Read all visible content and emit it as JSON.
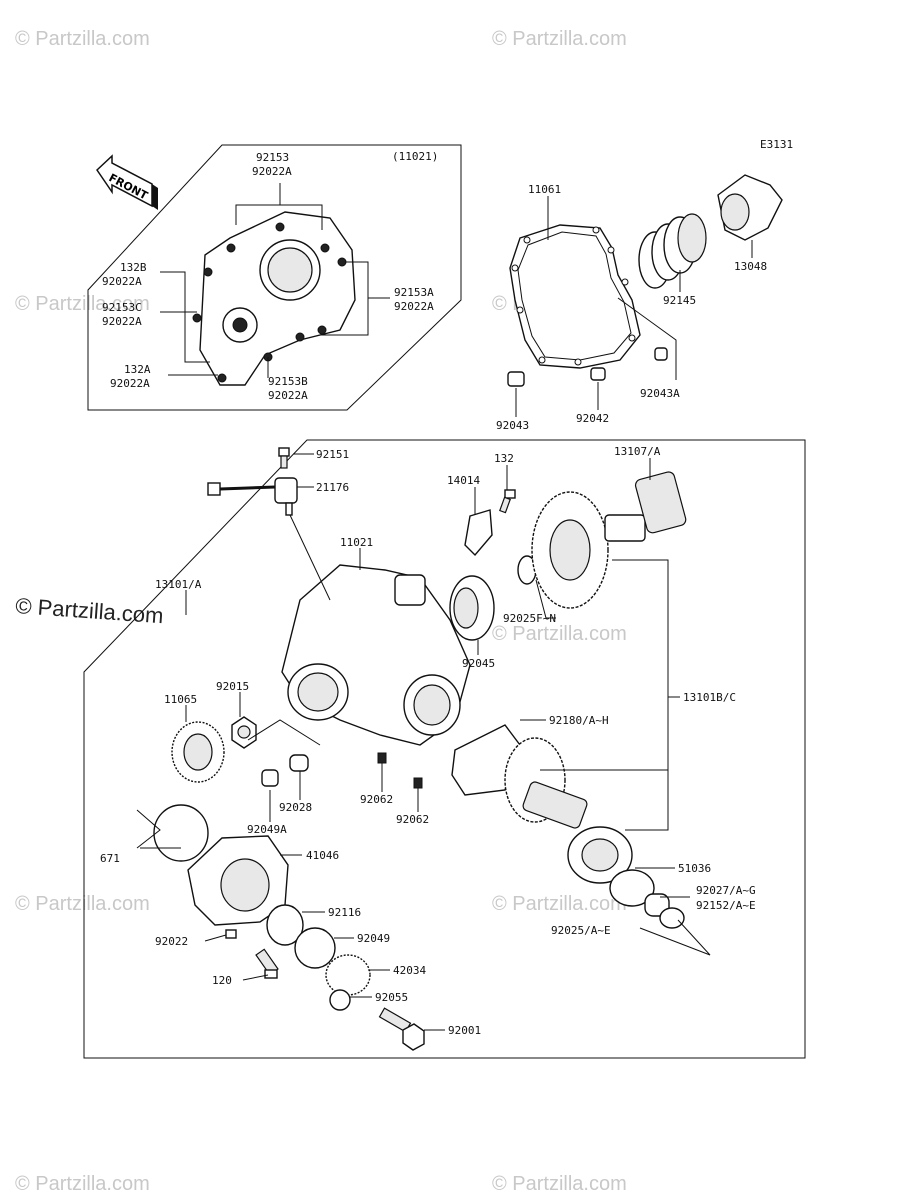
{
  "diagram": {
    "code": "E3131",
    "front_label": "FRONT",
    "watermarks": [
      "© Partzilla.com",
      "© Partzilla.com",
      "© Partzilla.com",
      "© Partzilla.com",
      "© Partzilla.com",
      "© Partzilla.com",
      "© Partzilla.com",
      "© Partzilla.com",
      "© Partzilla.com"
    ],
    "watermark_main": "© Partzilla.com",
    "inset": {
      "ref": "(11021)",
      "labels": [
        "92153",
        "92022A",
        "132B",
        "92022A",
        "92153C",
        "92022A",
        "92153A",
        "92022A",
        "132A",
        "92022A",
        "92153B",
        "92022A"
      ]
    },
    "gasket_group": [
      "11061",
      "13048",
      "92145",
      "92043",
      "92042",
      "92043A"
    ],
    "main_group": {
      "top": [
        "92151",
        "21176",
        "14014",
        "132",
        "13107/A",
        "11021"
      ],
      "middle": [
        "13101/A",
        "92025F~N",
        "92045",
        "11065",
        "92015",
        "92180/A~H",
        "13101B/C",
        "92028",
        "92062",
        "92062",
        "92049A"
      ],
      "bottom": [
        "671",
        "41046",
        "51036",
        "92027/A~G",
        "92152/A~E",
        "92116",
        "92025/A~E",
        "92022",
        "92049",
        "120",
        "42034",
        "92055",
        "92001"
      ]
    }
  }
}
